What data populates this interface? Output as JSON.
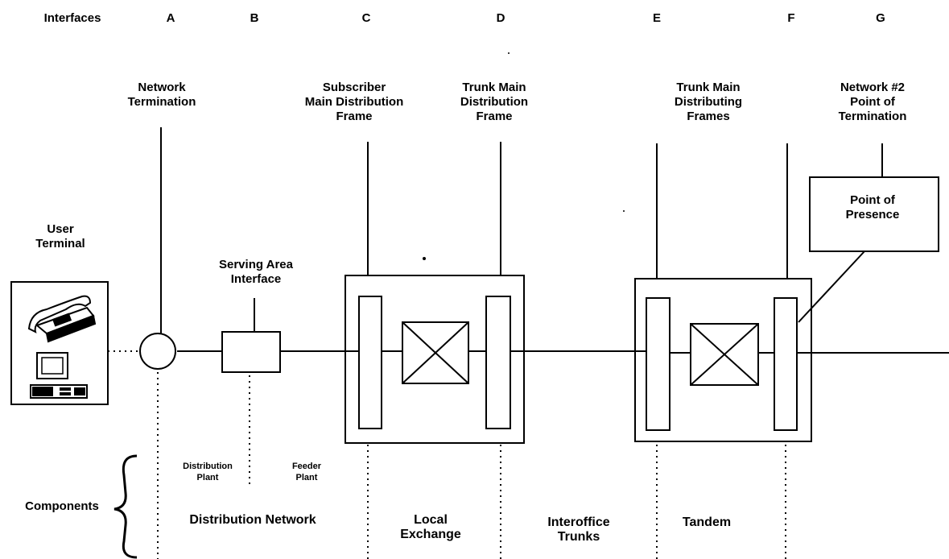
{
  "header": {
    "label": "Interfaces",
    "letters": [
      "A",
      "B",
      "C",
      "D",
      "E",
      "F",
      "G"
    ]
  },
  "labels": {
    "network_termination": "Network\nTermination",
    "subscriber_mdf": "Subscriber\nMain Distribution\nFrame",
    "trunk_mdf": "Trunk Main\nDistribution\nFrame",
    "trunk_mdfs": "Trunk Main\nDistributing\nFrames",
    "network2_pot": "Network #2\nPoint of\nTermination",
    "point_of_presence": "Point of\nPresence",
    "user_terminal": "User\nTerminal",
    "serving_area_interface": "Serving Area\nInterface"
  },
  "components": {
    "title": "Components",
    "distribution_plant": "Distribution\nPlant",
    "feeder_plant": "Feeder\nPlant",
    "distribution_network": "Distribution Network",
    "local_exchange": "Local\nExchange",
    "interoffice_trunks": "Interoffice\nTrunks",
    "tandem": "Tandem"
  }
}
